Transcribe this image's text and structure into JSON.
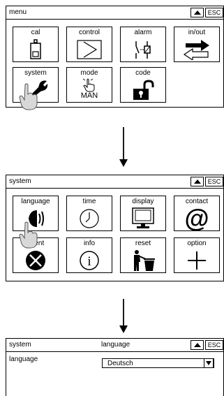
{
  "screen1": {
    "title": "menu",
    "esc_label": "ESC",
    "tiles": [
      {
        "label": "cal",
        "icon": "battery-icon"
      },
      {
        "label": "control",
        "icon": "control-arrow-icon"
      },
      {
        "label": "alarm",
        "icon": "relay-icon"
      },
      {
        "label": "in/out",
        "icon": "in-out-arrows-icon"
      },
      {
        "label": "system",
        "icon": "wrench-icon"
      },
      {
        "label": "mode",
        "icon": "hand-pointer-icon",
        "sub": "MAN"
      },
      {
        "label": "code",
        "icon": "unlocked-padlock-icon"
      }
    ]
  },
  "screen2": {
    "title": "system",
    "esc_label": "ESC",
    "tiles": [
      {
        "label": "language",
        "icon": "speaker-icon"
      },
      {
        "label": "time",
        "icon": "clock-icon"
      },
      {
        "label": "display",
        "icon": "monitor-icon"
      },
      {
        "label": "contact",
        "icon": "at-sign-icon"
      },
      {
        "label": "event",
        "icon": "x-circle-icon"
      },
      {
        "label": "info",
        "icon": "info-icon"
      },
      {
        "label": "reset",
        "icon": "trash-person-icon"
      },
      {
        "label": "option",
        "icon": "plus-icon"
      }
    ]
  },
  "screen3": {
    "title": "system",
    "subtitle": "language",
    "esc_label": "ESC",
    "field_label": "language",
    "field_value": "Deutsch"
  }
}
